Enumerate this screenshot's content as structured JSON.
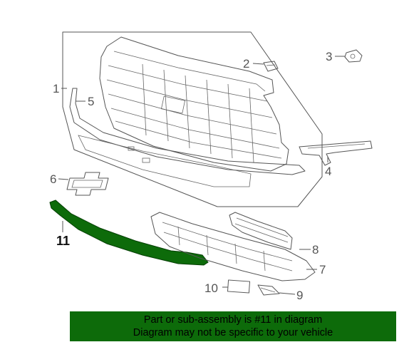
{
  "callouts": [
    {
      "id": "1",
      "label": "1"
    },
    {
      "id": "2",
      "label": "2"
    },
    {
      "id": "3",
      "label": "3"
    },
    {
      "id": "4",
      "label": "4"
    },
    {
      "id": "5",
      "label": "5"
    },
    {
      "id": "6",
      "label": "6"
    },
    {
      "id": "7",
      "label": "7"
    },
    {
      "id": "8",
      "label": "8"
    },
    {
      "id": "9",
      "label": "9"
    },
    {
      "id": "10",
      "label": "10"
    },
    {
      "id": "11",
      "label": "11"
    }
  ],
  "highlight": {
    "part": "11",
    "color": "#0d6b0a"
  },
  "caption": {
    "line1": "Part or sub-assembly is #11 in diagram",
    "line2": "Diagram may not be specific to your vehicle",
    "background": "#0d6b0a"
  }
}
